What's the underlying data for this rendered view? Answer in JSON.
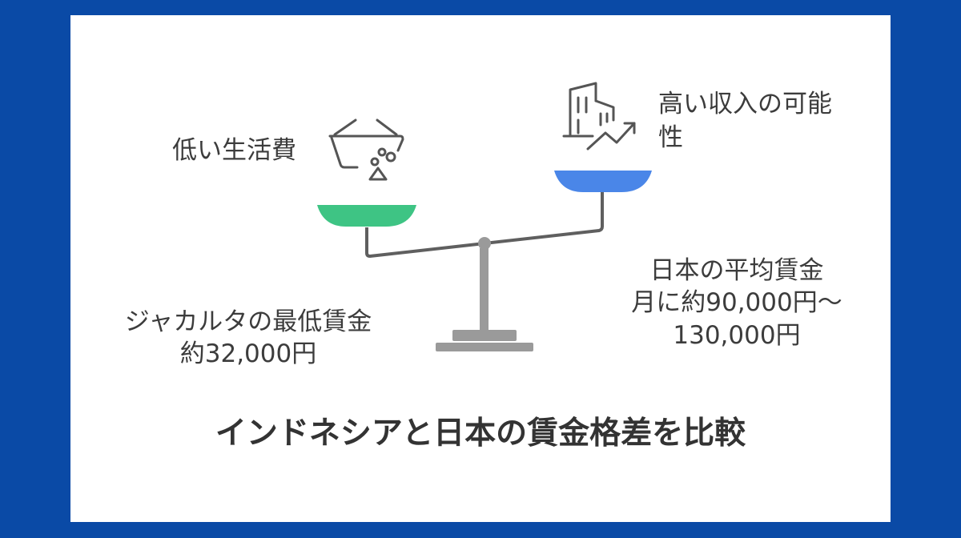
{
  "title": "インドネシアと日本の賃金格差を比較",
  "left": {
    "heading": "低い生活費",
    "value_line1": "ジャカルタの最低賃金",
    "value_line2": "約32,000円",
    "pan_color": "#3ec484",
    "icon": "basket-icon"
  },
  "right": {
    "heading_line1": "高い収入の可能",
    "heading_line2": "性",
    "value_line1": "日本の平均賃金",
    "value_line2": "月に約90,000円〜",
    "value_line3": "130,000円",
    "pan_color": "#4a86e8",
    "icon": "building-growth-icon"
  },
  "colors": {
    "background": "#0a4aa6",
    "card": "#ffffff",
    "scale": "#5f5f5f",
    "base": "#9a9a9a"
  }
}
